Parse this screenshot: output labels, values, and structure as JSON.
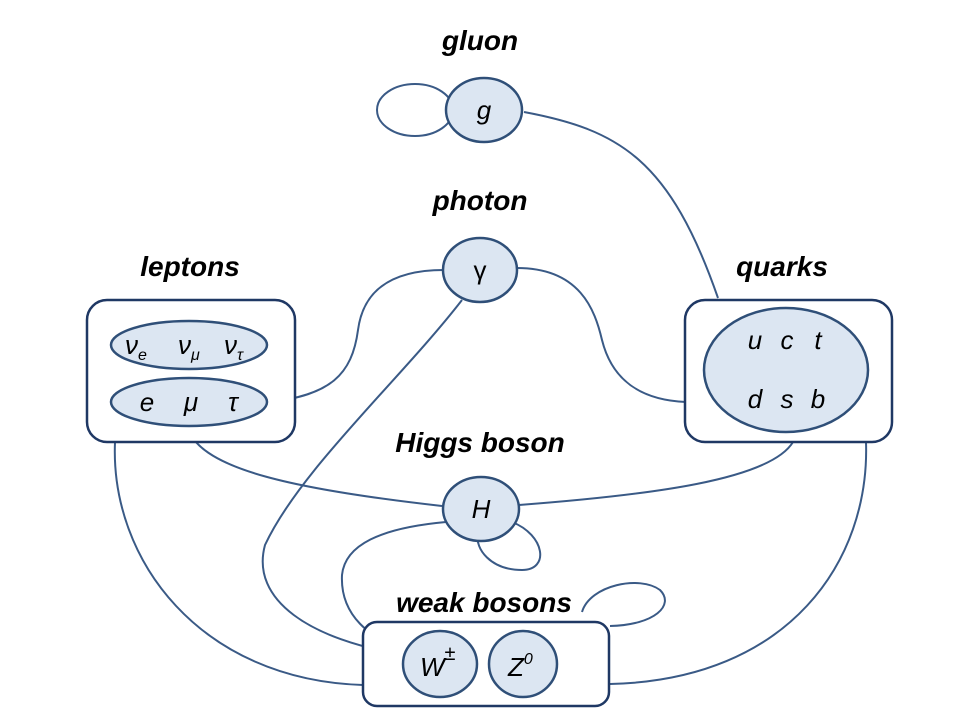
{
  "titles": {
    "gluon": "gluon",
    "photon": "photon",
    "leptons": "leptons",
    "quarks": "quarks",
    "higgs": "Higgs boson",
    "weak": "weak bosons"
  },
  "particles": {
    "gluon": "g",
    "photon": "γ",
    "higgs": "H",
    "neutrinos": [
      {
        "base": "ν",
        "sub": "e"
      },
      {
        "base": "ν",
        "sub": "μ"
      },
      {
        "base": "ν",
        "sub": "τ"
      }
    ],
    "charged_leptons": [
      "e",
      "μ",
      "τ"
    ],
    "quarks_up": [
      "u",
      "c",
      "t"
    ],
    "quarks_down": [
      "d",
      "s",
      "b"
    ],
    "w": {
      "base": "W",
      "sup": "±"
    },
    "z": {
      "base": "Z",
      "sup": "0"
    }
  },
  "colors": {
    "node_fill": "#dce6f2",
    "node_stroke": "#2f4f78",
    "edge": "#3a5a86"
  }
}
